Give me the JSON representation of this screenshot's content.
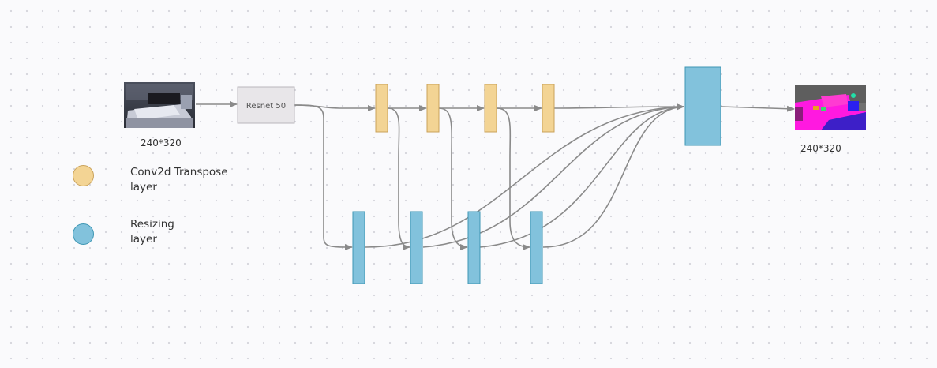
{
  "input": {
    "size_label": "240*320"
  },
  "backbone": {
    "label": "Resnet 50"
  },
  "output": {
    "size_label": "240*320"
  },
  "legend": [
    {
      "line1": "Conv2d Transpose",
      "line2": "layer",
      "color": "#f3d494",
      "border": "#caa35c"
    },
    {
      "line1": "Resizing",
      "line2": "layer",
      "color": "#82c2dc",
      "border": "#3f97b4"
    }
  ],
  "colors": {
    "conv": "#f3d494",
    "conv_border": "#c9a25a",
    "resize": "#82c2dc",
    "resize_border": "#3e96b3",
    "connector": "#8a8a8a",
    "backbone_fill": "#e8e6e9",
    "backbone_border": "#b9b7bb"
  }
}
